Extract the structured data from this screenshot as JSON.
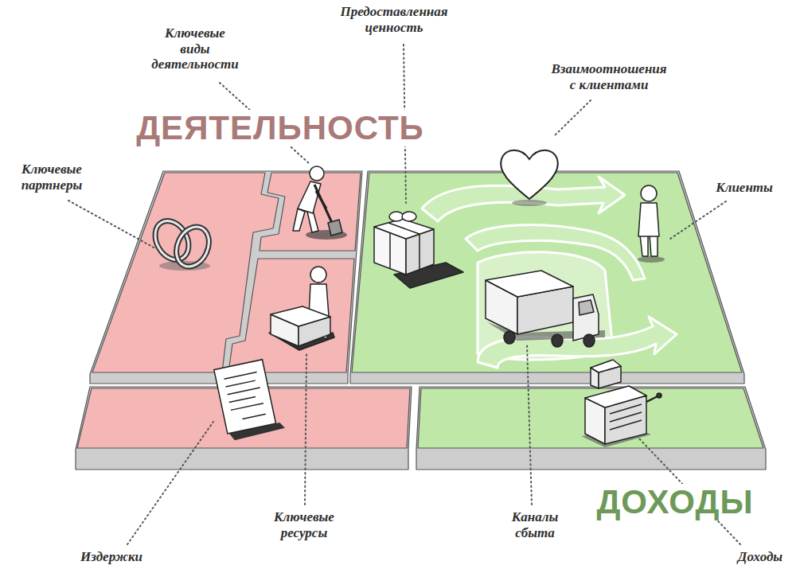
{
  "diagram": {
    "labels": [
      "Ключевые виды деятельности",
      "Предоставленная ценность",
      "Взаимоотношения с клиентами",
      "ДЕЯТЕЛЬНОСТЬ",
      "Ключевые партнеры",
      "Клиенты",
      "ДОХОДЫ",
      "Ключевые ресурсы",
      "Каналы сбыта",
      "Издержки",
      "Доходы"
    ]
  }
}
